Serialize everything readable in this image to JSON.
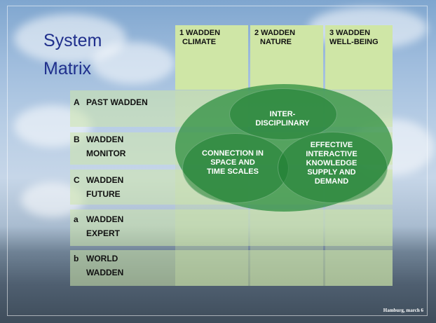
{
  "title": {
    "line1": "System",
    "line2": "Matrix"
  },
  "columns": [
    {
      "num": "1",
      "line1": "1 WADDEN",
      "line2": "CLIMATE"
    },
    {
      "num": "2",
      "line1": "2 WADDEN",
      "line2": "NATURE"
    },
    {
      "num": "3",
      "line1": "3 WADDEN",
      "line2": "WELL-BEING"
    }
  ],
  "rows": [
    {
      "letter": "A",
      "line1": "PAST WADDEN",
      "line2": ""
    },
    {
      "letter": "B",
      "line1": "WADDEN",
      "line2": "MONITOR"
    },
    {
      "letter": "C",
      "line1": "WADDEN",
      "line2": "FUTURE"
    },
    {
      "letter": "a",
      "line1": "WADDEN",
      "line2": "EXPERT"
    },
    {
      "letter": "b",
      "line1": "WORLD",
      "line2": "WADDEN"
    }
  ],
  "ellipses": {
    "top": {
      "line1": "INTER-",
      "line2": "DISCIPLINARY"
    },
    "left": {
      "line1": "CONNECTION IN",
      "line2": "SPACE AND",
      "line3": "TIME SCALES"
    },
    "right": {
      "line1": "EFFECTIVE",
      "line2": "INTERACTIVE",
      "line3": "KNOWLEDGE",
      "line4": "SUPPLY AND",
      "line5": "DEMAND"
    }
  },
  "footer": "Hamburg, march 6",
  "colors": {
    "title": "#1f2f8c",
    "header_fill": "#cfe6a6",
    "ellipse_fill": "#2e8b3a"
  }
}
